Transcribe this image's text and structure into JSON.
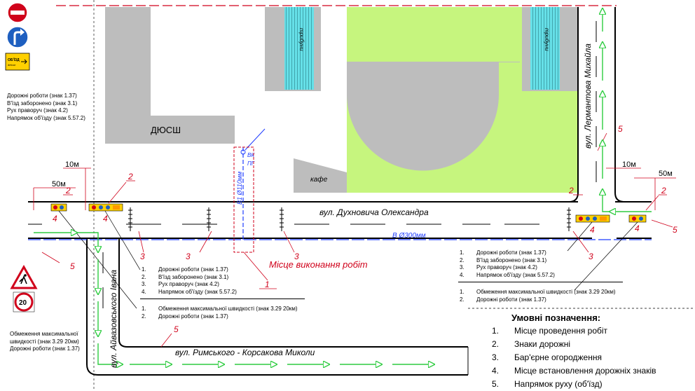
{
  "labels": {
    "dyussh": "ДЮСШ",
    "cafe": "кафе",
    "tribune": "трибуни",
    "street_dukhnovycha": "вул. Духновича Олександра",
    "street_lermontova": "вул. Лермантова Михайла",
    "street_aivazovskoho": "вул. Айвазовського Івана",
    "street_rimskoho": "вул. Римського - Корсакова Миколи",
    "pipe_water": "В Ø300мм",
    "pipe_sewer": "В1 Ø110мм",
    "well_vk": "ВК",
    "well_pg": "ПГ",
    "work_site": "Місце виконання робіт",
    "dist_10m": "10м",
    "dist_50m": "50м",
    "num_1": "1",
    "num_2": "2",
    "num_3": "3",
    "num_4": "4",
    "num_5": "5",
    "sign_detour_text": "ОБ'ЇЗД detour",
    "sign_speed": "20"
  },
  "notes": {
    "top_left": [
      "Дорожні роботи (знак 1.37)",
      "В'їзд заборонено (знак 3.1)",
      "Рух праворуч (знак 4.2)",
      "Напрямок об'їзду (знак 5.57.2)"
    ],
    "bottom_left": [
      "Обмеження максимальної",
      "швидкості (знак 3.29 20км)",
      "Дорожні роботи (знак 1.37)"
    ],
    "center_a": [
      "1.",
      "2.",
      "3.",
      "4."
    ],
    "center_a_text": [
      "Дорожні роботи (знак 1.37)",
      "В'їзд заборонено (знак 3.1)",
      "Рух праворуч (знак 4.2)",
      "Напрямок об'їзду (знак 5.57.2)"
    ],
    "center_b": [
      "1.",
      "2."
    ],
    "center_b_text": [
      "Обмеження максимальної швидкості (знак 3.29 20км)",
      "Дорожні роботи (знак 1.37)"
    ],
    "right_a_text": [
      "Дорожні роботи (знак 1.37)",
      "В'їзд заборонено (знак 3.1)",
      "Рух праворуч (знак 4.2)",
      "Напрямок об'їзду (знак 5.57.2)"
    ],
    "right_b_text": [
      "Обмеження максимальної швидкості (знак 3.29 20км)",
      "Дорожні роботи (знак 1.37)"
    ]
  },
  "legend": {
    "title": "Умовні позначення:",
    "items": [
      {
        "num": "1.",
        "text": "Місце проведення робіт"
      },
      {
        "num": "2.",
        "text": "Знаки дорожні"
      },
      {
        "num": "3.",
        "text": "Бар'єрне огородження"
      },
      {
        "num": "4.",
        "text": "Місце встановлення дорожніх знаків"
      },
      {
        "num": "5.",
        "text": "Напрямок руху (об'їзд)"
      }
    ]
  },
  "colors": {
    "building": "#bdbdbd",
    "field": "#c6f57e",
    "tribune": "#66e0e8",
    "callout": "#d0021b",
    "detour_arrow": "#2ecc40",
    "pipe": "#1e3cff",
    "road": "#000000"
  },
  "icons": [
    "no-entry-icon",
    "turn-right-icon",
    "detour-sign-icon",
    "road-works-icon",
    "speed-limit-icon"
  ]
}
